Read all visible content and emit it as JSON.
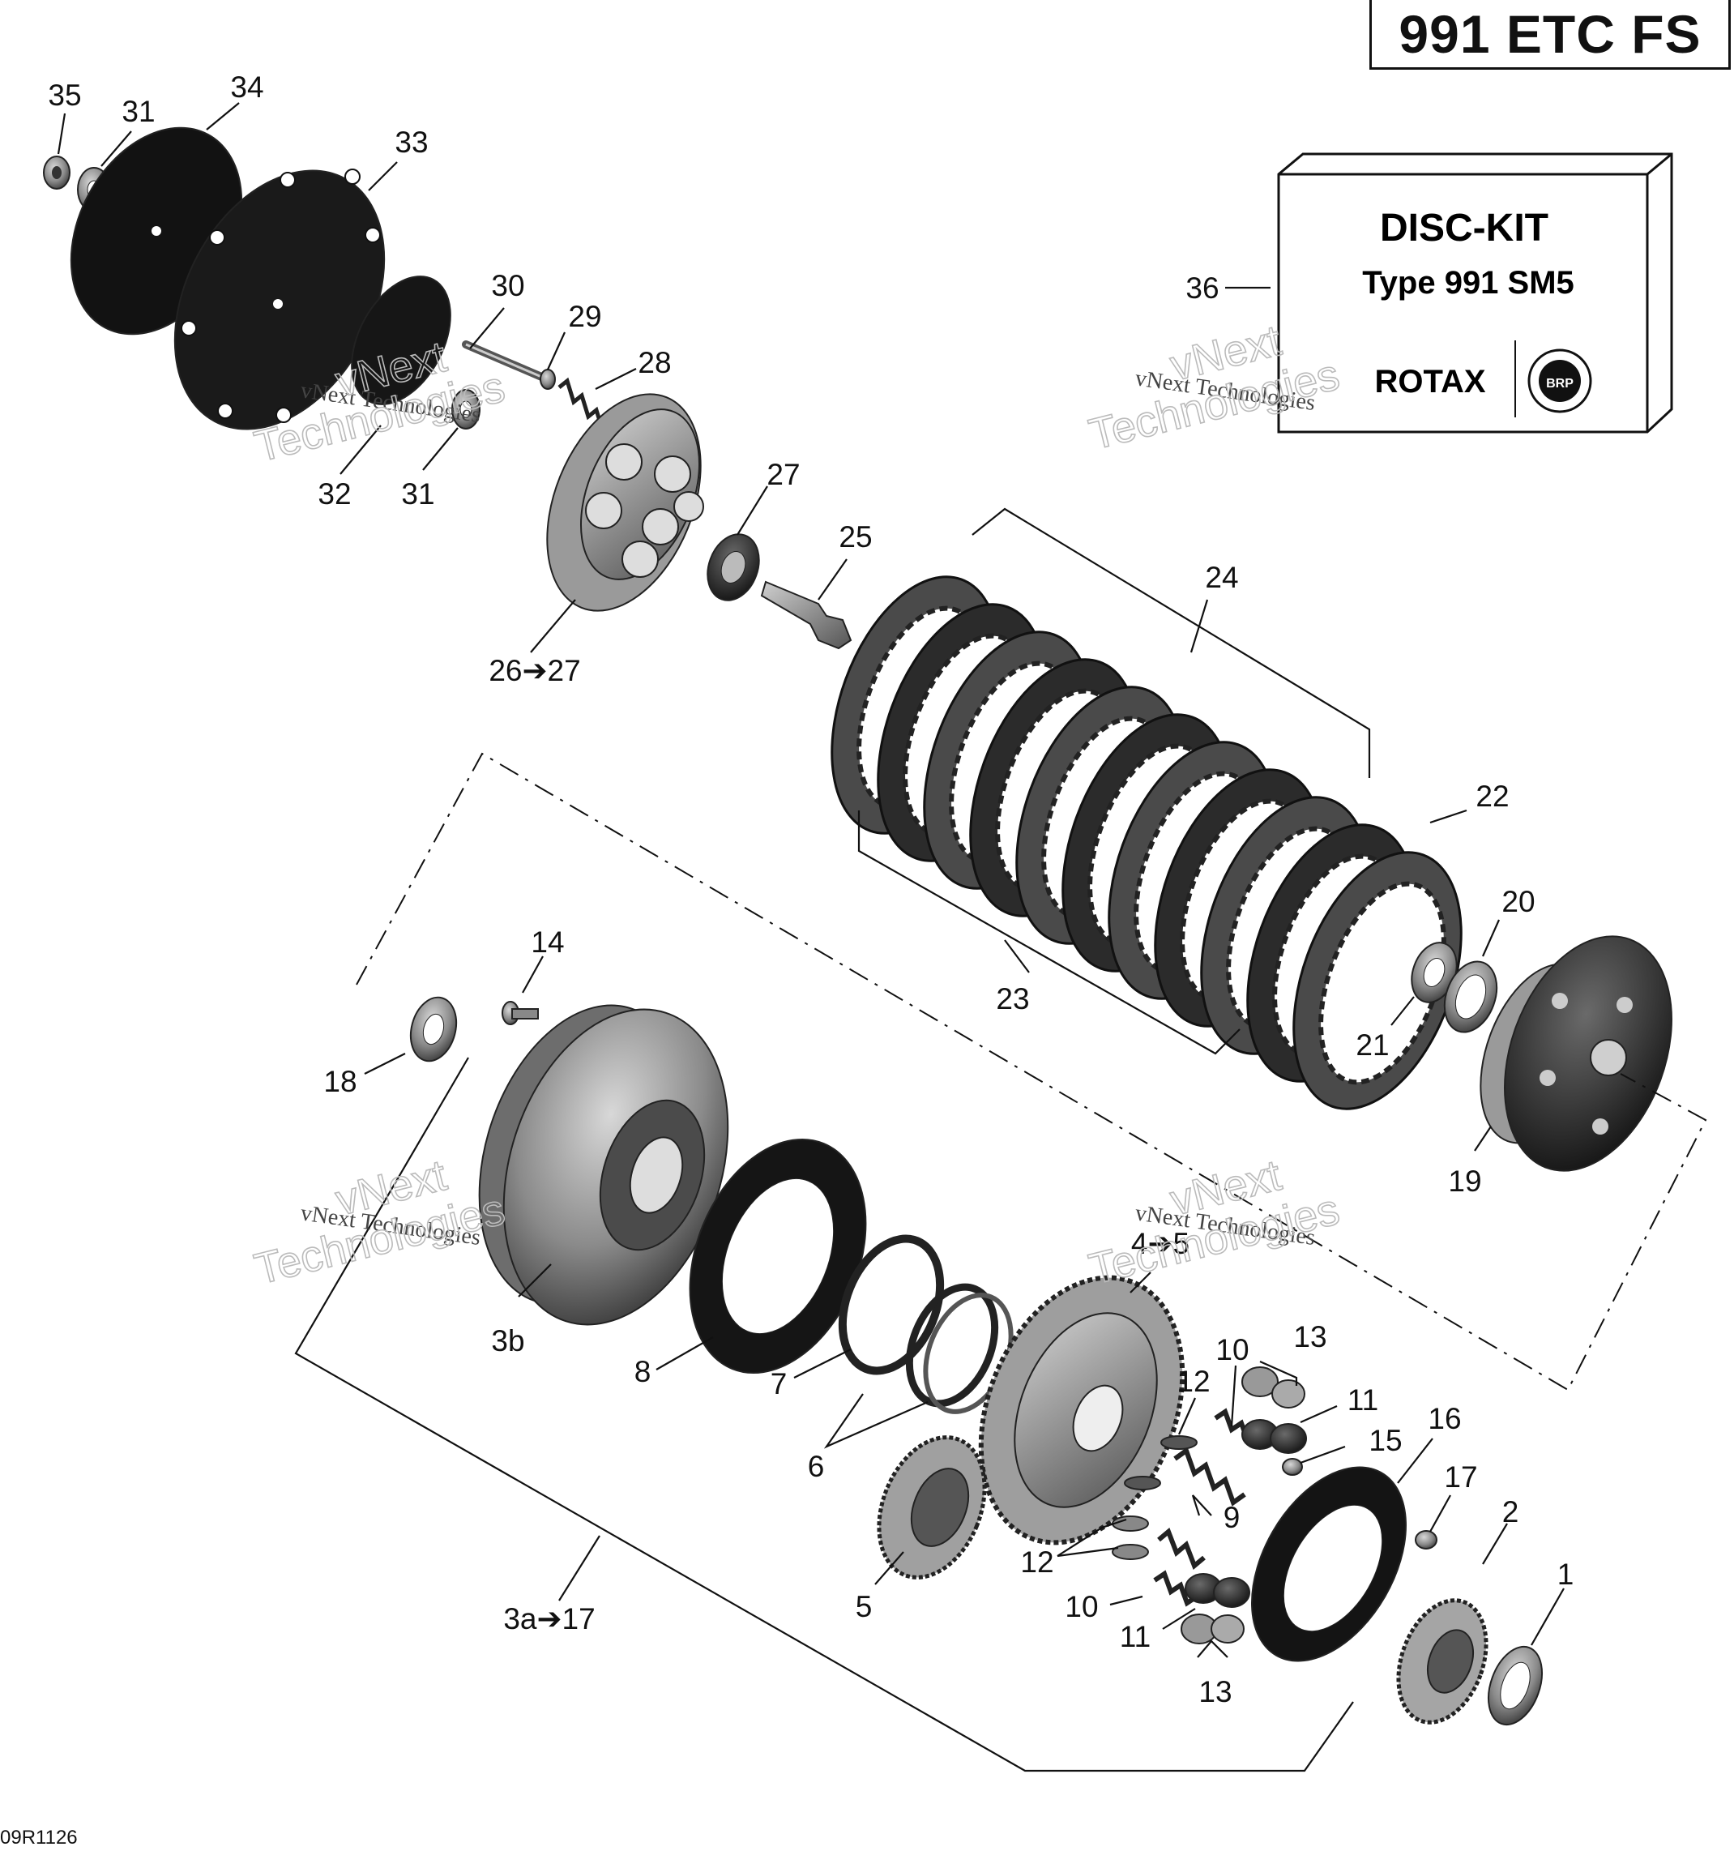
{
  "title": "991 ETC FS",
  "diagram_code": "09R1126",
  "disc_kit": {
    "title": "DISC-KIT",
    "subtitle": "Type 991 SM5",
    "brand": "ROTAX",
    "badge": "BRP"
  },
  "watermarks": [
    {
      "line1": "vNext Technologies",
      "line2": "vNext",
      "line3": "Technologies"
    }
  ],
  "callouts": {
    "c35": "35",
    "c31a": "31",
    "c34": "34",
    "c33": "33",
    "c30": "30",
    "c29": "29",
    "c28": "28",
    "c32": "32",
    "c31b": "31",
    "c27": "27",
    "c25": "25",
    "c26": "26➔27",
    "c24": "24",
    "c36": "36",
    "c22": "22",
    "c20": "20",
    "c23": "23",
    "c21": "21",
    "c19": "19",
    "c14": "14",
    "c18": "18",
    "c3b": "3b",
    "c8": "8",
    "c7": "7",
    "c6": "6",
    "c45": "4➔5",
    "c10a": "10",
    "c13a": "13",
    "c12a": "12",
    "c11a": "11",
    "c15": "15",
    "c16": "16",
    "c17": "17",
    "c9": "9",
    "c12b": "12",
    "c2": "2",
    "c1": "1",
    "c5": "5",
    "c10b": "10",
    "c11b": "11",
    "c13b": "13",
    "c3a": "3a➔17"
  },
  "colors": {
    "ink": "#111111",
    "part_dark": "#2a2a2a",
    "part_mid": "#7a7a7a",
    "part_light": "#b5b5b5"
  }
}
